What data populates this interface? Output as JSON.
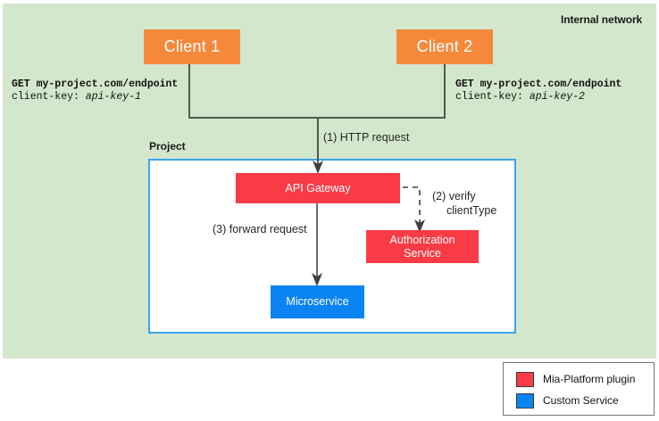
{
  "internal_network": {
    "label": "Internal network",
    "bg_color": "#d3e7cc"
  },
  "clients": [
    {
      "name": "client-1",
      "label": "Client 1",
      "color": "#f6883b",
      "request_method_and_url": "GET my-project.com/endpoint",
      "request_header_name": "client-key:",
      "request_header_value": "api-key-1"
    },
    {
      "name": "client-2",
      "label": "Client 2",
      "color": "#f6883b",
      "request_method_and_url": "GET my-project.com/endpoint",
      "request_header_name": "client-key:",
      "request_header_value": "api-key-2"
    }
  ],
  "project": {
    "label": "Project",
    "border_color": "#3ba5f0",
    "bg_color": "#ffffff"
  },
  "services": {
    "api_gateway": {
      "label": "API Gateway",
      "color": "#f93b45"
    },
    "authorization_service": {
      "label_line1": "Authorization",
      "label_line2": "Service",
      "color": "#f93b45"
    },
    "microservice": {
      "label": "Microservice",
      "color": "#0b84f3"
    }
  },
  "edges": {
    "http_request": "(1) HTTP request",
    "verify_line1": "(2) verify",
    "verify_line2": "clientType",
    "forward_request": "(3) forward request"
  },
  "legend": {
    "items": [
      {
        "label": "Mia-Platform plugin",
        "color": "#f93b45"
      },
      {
        "label": "Custom Service",
        "color": "#0b84f3"
      }
    ]
  }
}
